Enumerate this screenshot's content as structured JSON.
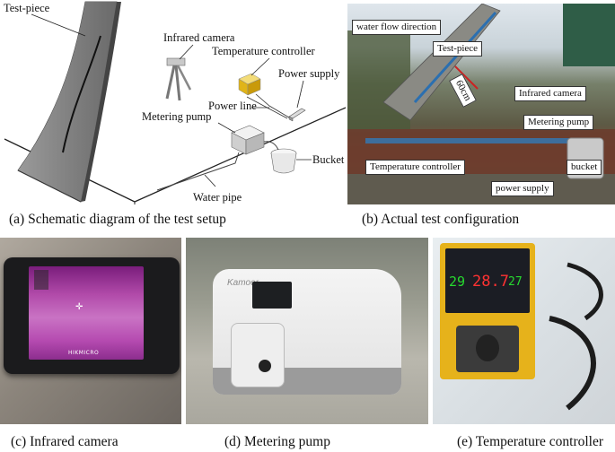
{
  "schematic": {
    "labels": {
      "test_piece": "Test-piece",
      "infrared_camera": "Infrared camera",
      "temperature_controller": "Temperature controller",
      "power_supply": "Power supply",
      "power_line": "Power line",
      "metering_pump": "Metering pump",
      "bucket": "Bucket",
      "water_pipe": "Water pipe"
    },
    "caption": "(a) Schematic diagram of the test setup"
  },
  "actual_config": {
    "labels": {
      "water_flow_direction": "water flow direction",
      "test_piece": "Test-piece",
      "distance": "60cm",
      "infrared_camera": "Infrared camera",
      "metering_pump": "Metering pump",
      "temperature_controller": "Temperature controller",
      "bucket": "bucket",
      "power_supply": "power supply"
    },
    "caption": "(b) Actual test configuration"
  },
  "infrared_photo": {
    "brand": "HIKMICRO",
    "caption": "(c) Infrared camera"
  },
  "pump_photo": {
    "brand": "Kamoer",
    "caption": "(d) Metering pump"
  },
  "controller_photo": {
    "display_values": [
      "29",
      "28.7",
      "27"
    ],
    "caption": "(e) Temperature controller"
  }
}
